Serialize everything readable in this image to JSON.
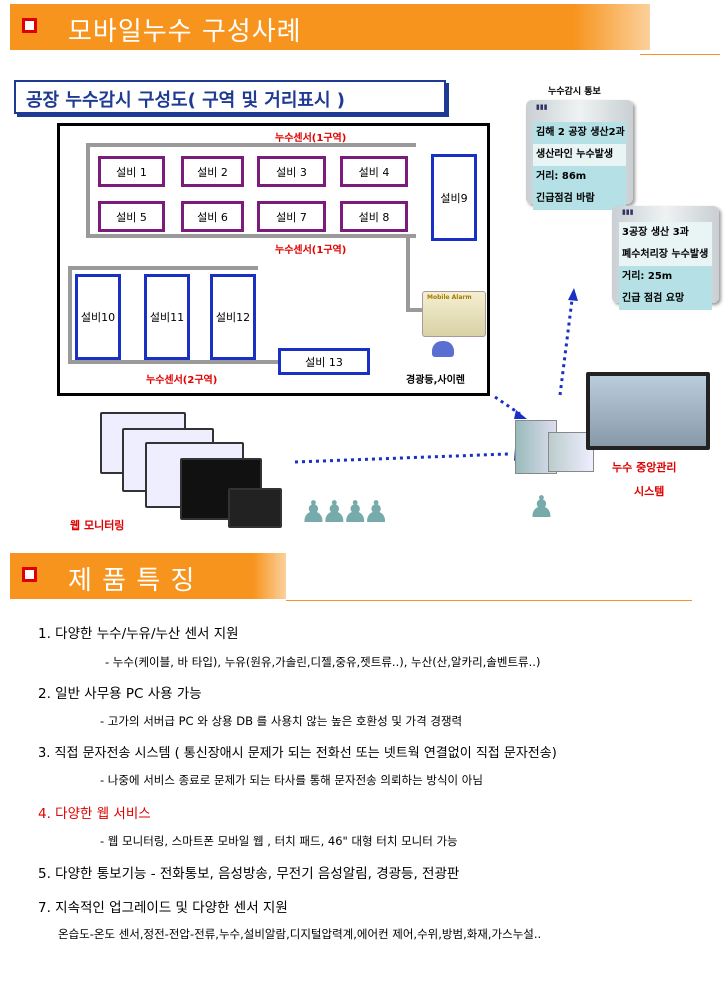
{
  "section1": {
    "title": "모바일누수 구성사례"
  },
  "diagram": {
    "title": "공장 누수감시 구성도( 구역 및 거리표시 )",
    "equipment": [
      "설비 1",
      "설비 2",
      "설비 3",
      "설비 4",
      "설비 5",
      "설비 6",
      "설비 7",
      "설비 8",
      "설비9",
      "설비10",
      "설비11",
      "설비12",
      "설비 13"
    ],
    "sensor_zone1_top": "누수센서(1구역)",
    "sensor_zone1_mid": "누수센서(1구역)",
    "sensor_zone2": "누수센서(2구역)",
    "alarm_label": "Mobile Alarm",
    "siren_label": "경광등,사이렌",
    "web_label": "웹 모니터링",
    "central_label_1": "누수 중앙관리",
    "central_label_2": "시스템",
    "sms_title": "누수감시 통보",
    "phone1": [
      "김해 2 공장 생산2과",
      "생산라인 누수발생",
      "거리: 86m",
      "긴급점검 바람"
    ],
    "phone2": [
      "3공장 생산 3과",
      "폐수처리장 누수발생",
      "거리: 25m",
      "긴급 점검 요망"
    ]
  },
  "section2": {
    "title": "제 품 특 징"
  },
  "features": [
    {
      "title": "1. 다양한 누수/누유/누산 센서 지원",
      "detail": "- 누수(케이블, 바 타입), 누유(원유,가솔린,디젤,중유,젯트류..), 누산(산,알카리,솔벤트류..)"
    },
    {
      "title": "2. 일반 사무용 PC 사용 가능",
      "detail": "- 고가의 서버급 PC 와 상용 DB 를 사용치 않는 높은 호환성 및 가격 경쟁력"
    },
    {
      "title": "3. 직접 문자전송 시스템 ( 통신장애시 문제가 되는 전화선 또는 넷트웍 연결없이 직접 문자전송)",
      "detail": "- 나중에 서비스 종료로 문제가 되는 타사를 통해 문자전송 의뢰하는 방식이 아님"
    },
    {
      "title": "4. 다양한 웹 서비스",
      "detail": "- 웹 모니터링, 스마트폰 모바일 웹 , 터치 패드, 46\" 대형 터치 모니터 가능"
    },
    {
      "title": "5. 다양한 통보기능 - 전화통보, 음성방송, 무전기 음성알림, 경광등, 전광판",
      "detail": ""
    },
    {
      "title": "7. 지속적인 업그레이드 및 다양한 센서 지원",
      "detail": "온습도-온도 센서,정전-전압-전류,누수,설비알람,디지털압력계,에어컨 제어,수위,방범,화재,가스누설.."
    }
  ],
  "colors": {
    "orange": "#f7941d",
    "navy": "#1f3a93",
    "red": "#e00000",
    "purple": "#7b1b7b",
    "blue": "#1a2fc4"
  }
}
